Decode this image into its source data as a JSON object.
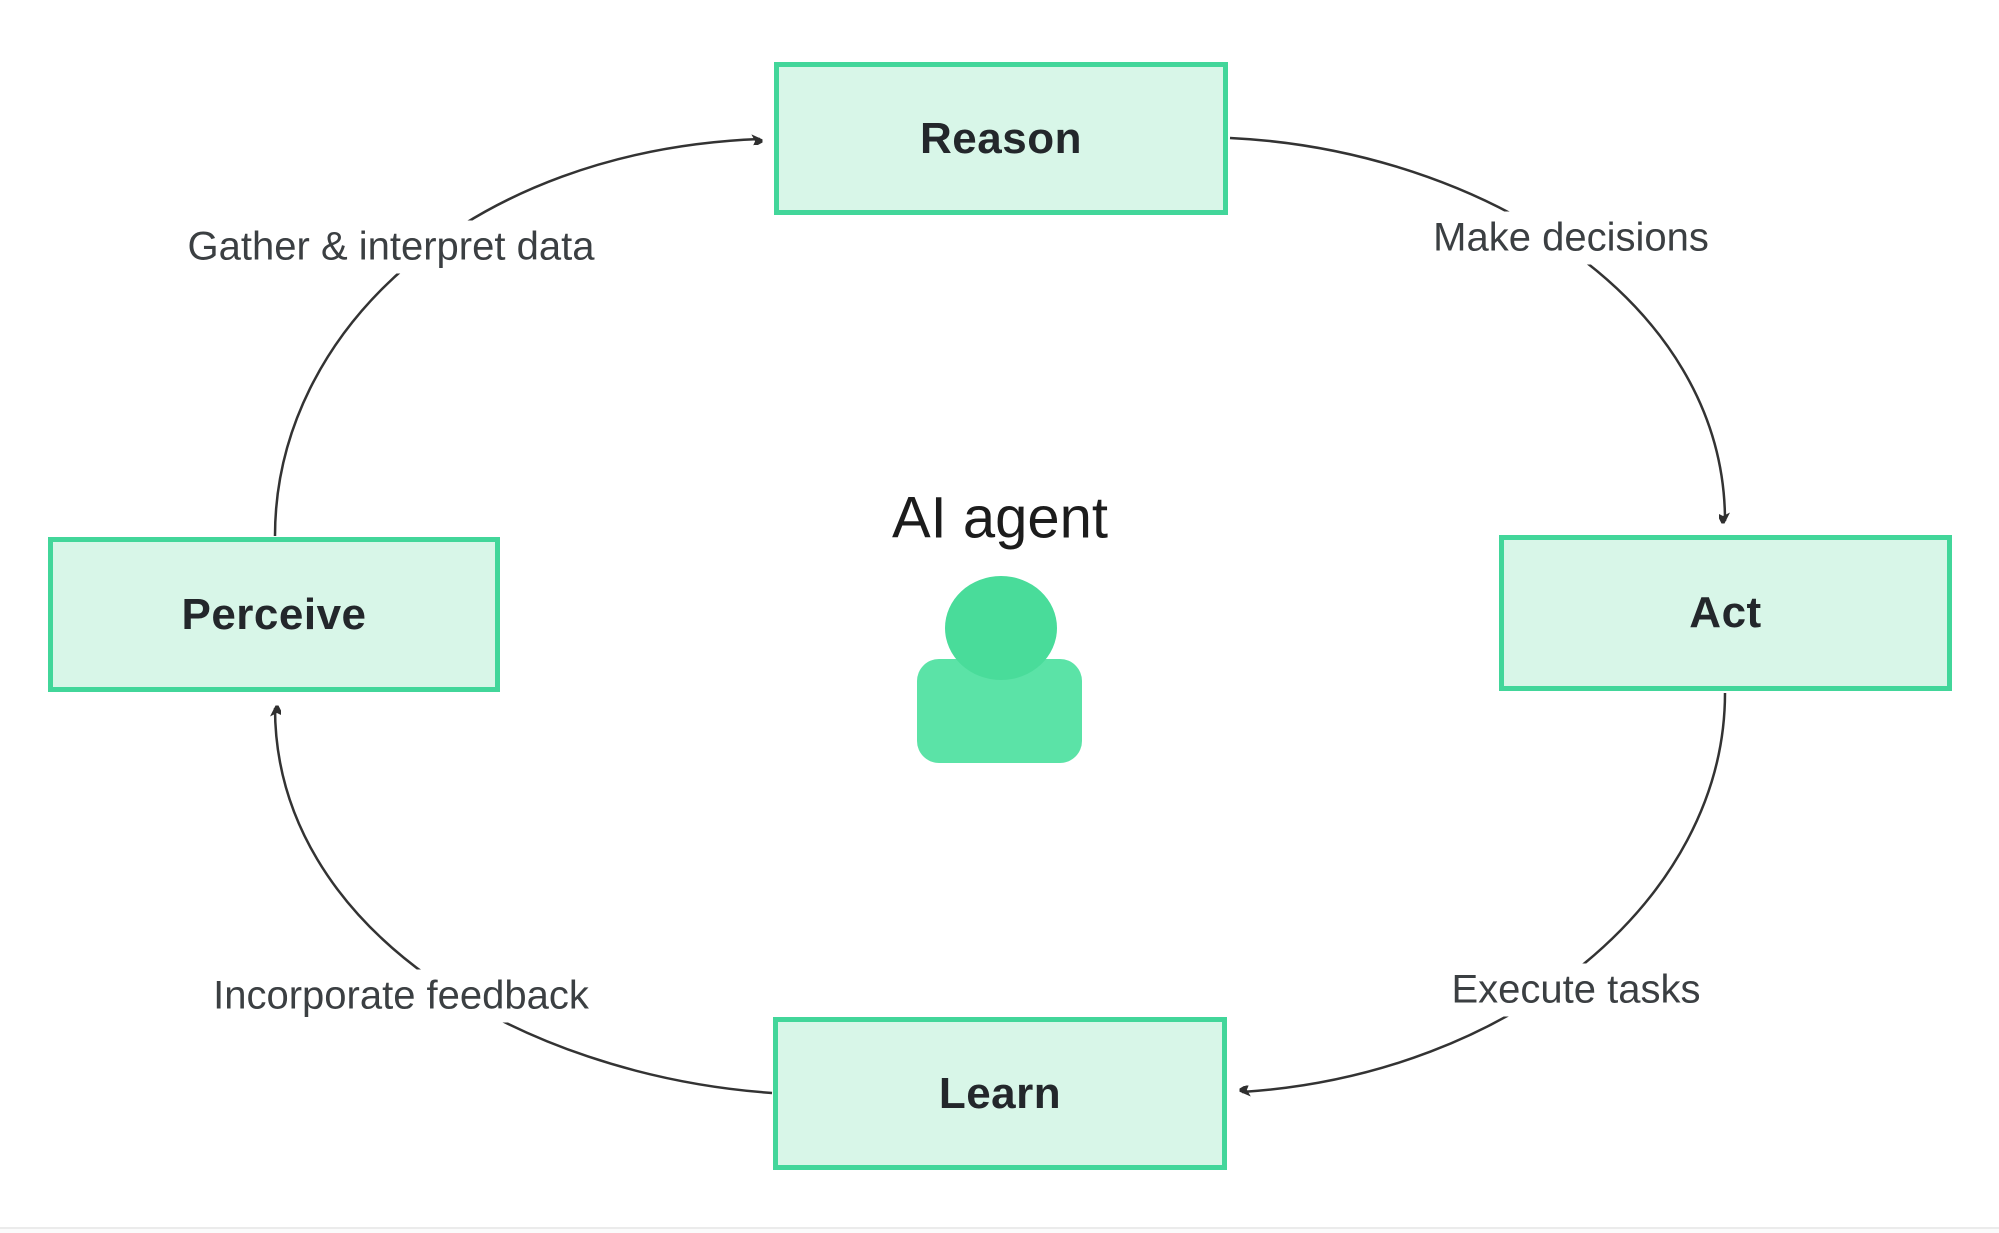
{
  "center": {
    "label": "AI agent",
    "icon": "person-icon"
  },
  "nodes": [
    {
      "id": "reason",
      "label": "Reason"
    },
    {
      "id": "act",
      "label": "Act"
    },
    {
      "id": "learn",
      "label": "Learn"
    },
    {
      "id": "perceive",
      "label": "Perceive"
    }
  ],
  "edges": [
    {
      "from": "perceive",
      "to": "reason",
      "label": "Gather & interpret data"
    },
    {
      "from": "reason",
      "to": "act",
      "label": "Make decisions"
    },
    {
      "from": "act",
      "to": "learn",
      "label": "Execute tasks"
    },
    {
      "from": "learn",
      "to": "perceive",
      "label": "Incorporate feedback"
    }
  ],
  "colors": {
    "node_fill": "#d8f6e8",
    "node_border": "#42d69a",
    "node_text": "#23272b",
    "edge_line": "#333333",
    "edge_text": "#3b3f42",
    "agent_head": "#49dc9a",
    "agent_body": "#5be3a7",
    "background": "#ffffff"
  }
}
